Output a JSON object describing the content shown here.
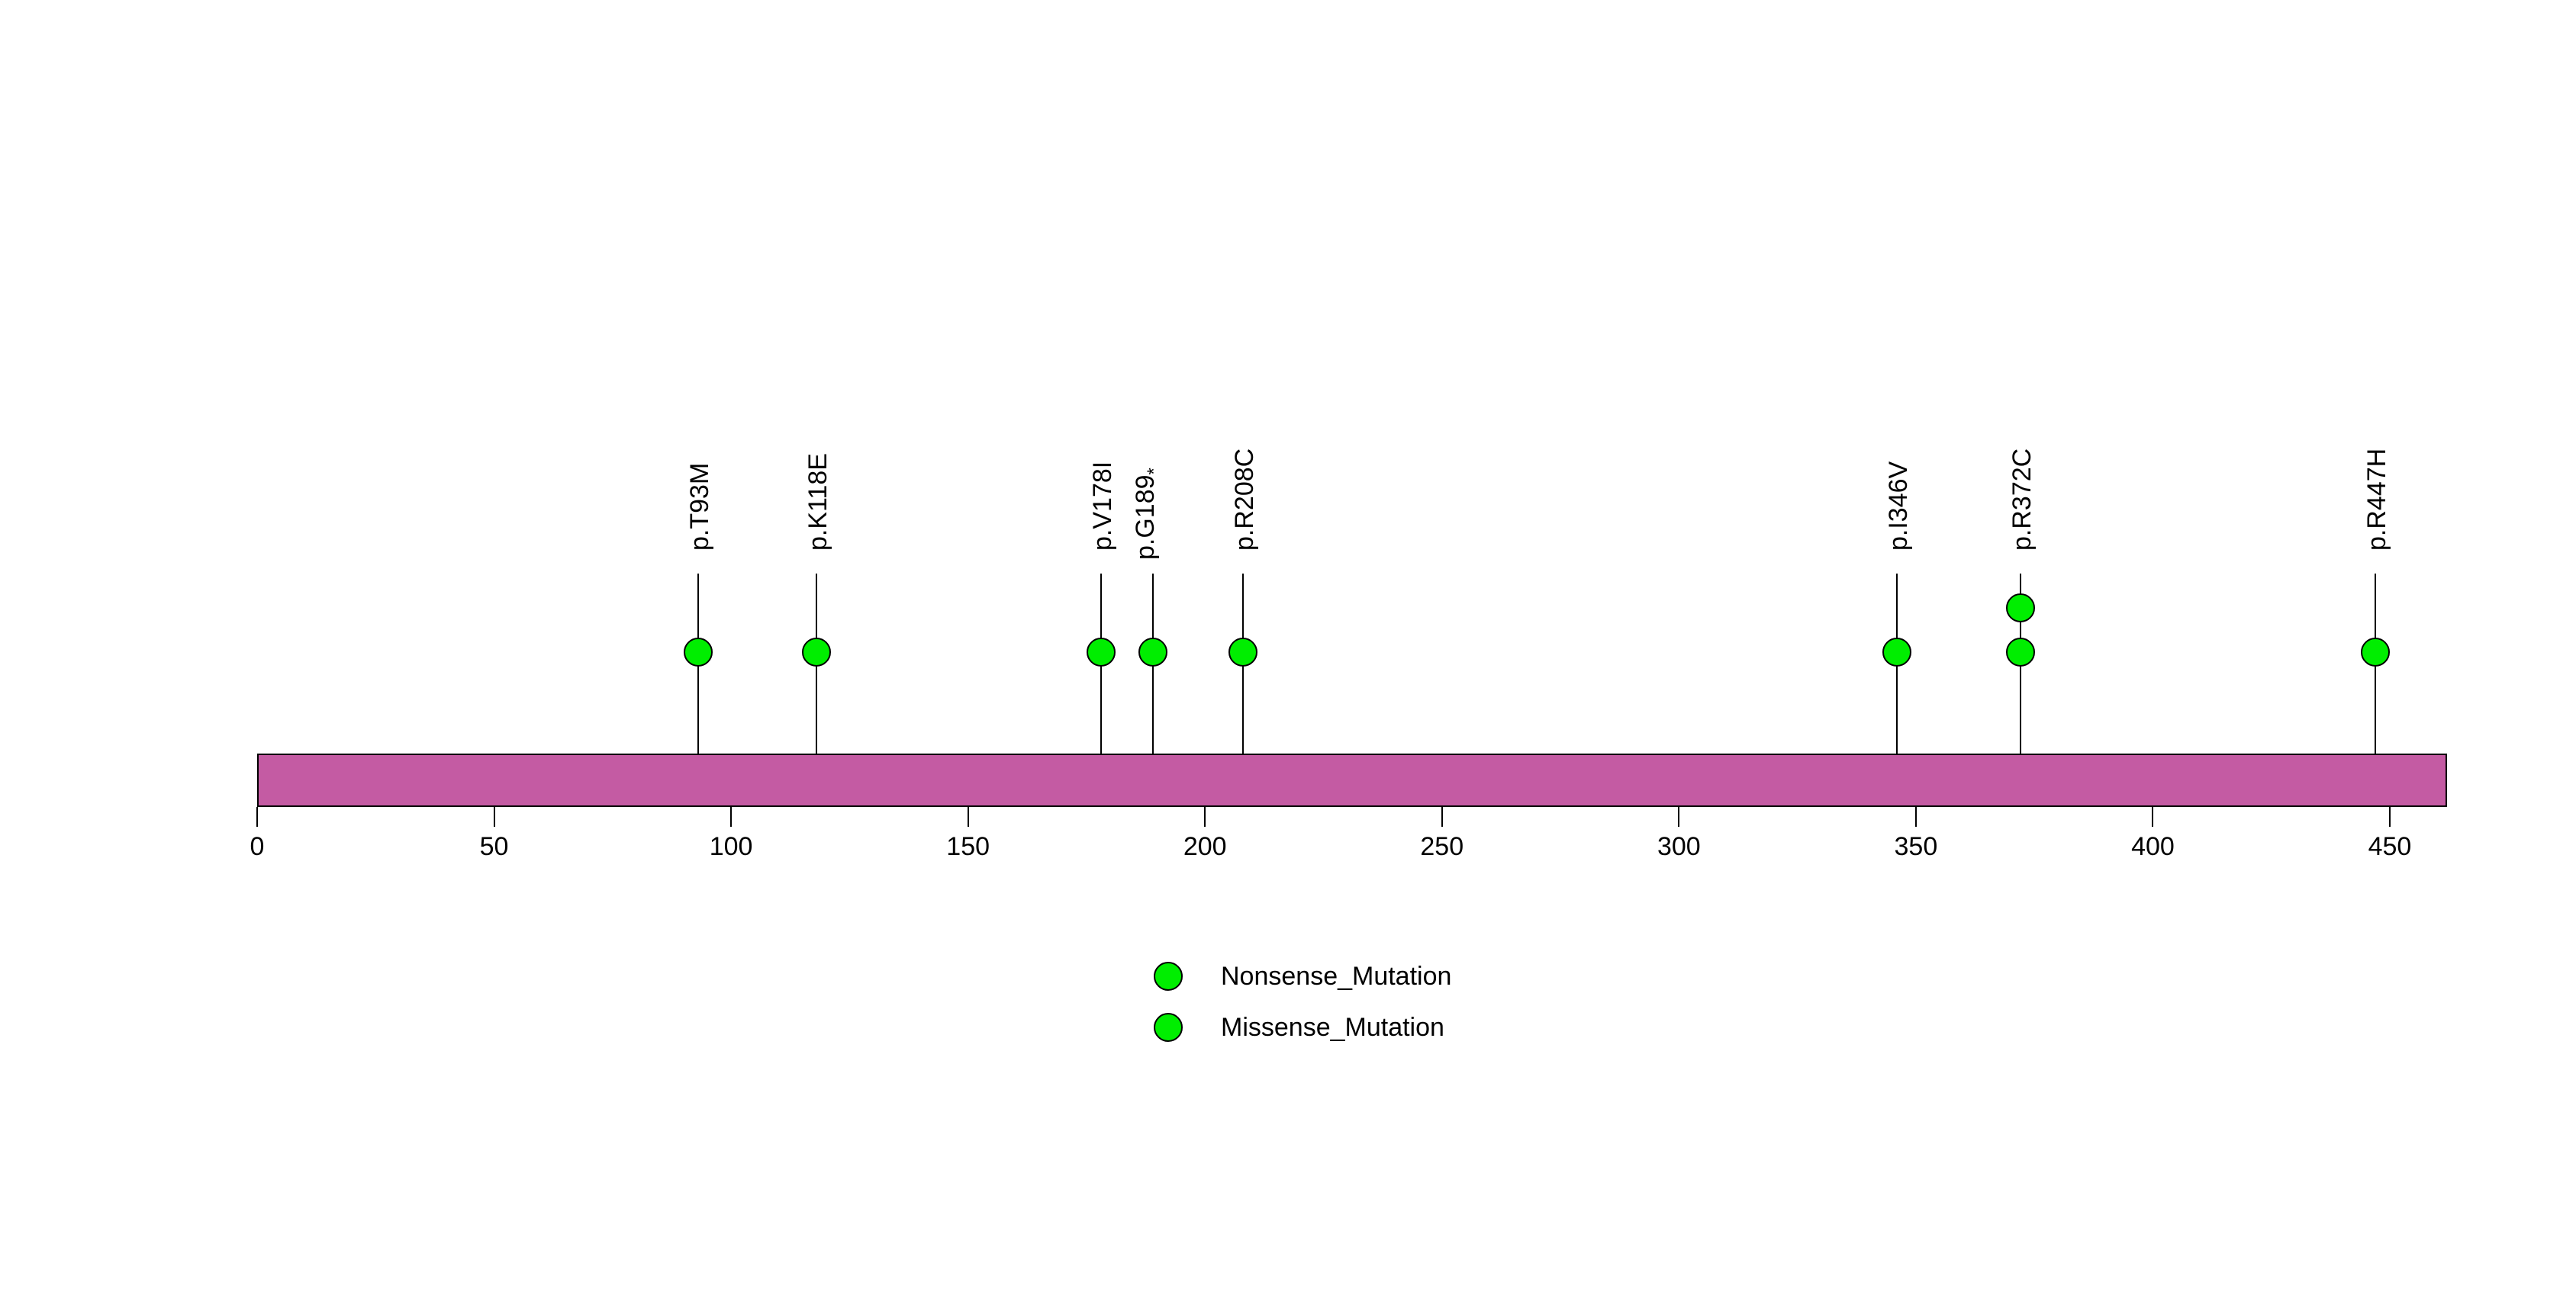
{
  "chart_data": {
    "type": "lollipop",
    "title": "",
    "x_axis": {
      "ticks": [
        0,
        50,
        100,
        150,
        200,
        250,
        300,
        350,
        400,
        450
      ],
      "min": 0,
      "max": 462,
      "grid": false
    },
    "protein_bar": {
      "start": 0,
      "end": 462,
      "color": "#C45BA3"
    },
    "mutation_point_color": "#00EE00",
    "stem_color": "#000000",
    "mutations": [
      {
        "label": "p.T93M",
        "label_subscript": "",
        "position": 93,
        "count": 1
      },
      {
        "label": "p.K118E",
        "label_subscript": "",
        "position": 118,
        "count": 1
      },
      {
        "label": "p.V178I",
        "label_subscript": "",
        "position": 178,
        "count": 1
      },
      {
        "label": "p.G189",
        "label_subscript": "*",
        "position": 189,
        "count": 1
      },
      {
        "label": "p.R208C",
        "label_subscript": "",
        "position": 208,
        "count": 1
      },
      {
        "label": "p.I346V",
        "label_subscript": "",
        "position": 346,
        "count": 1
      },
      {
        "label": "p.R372C",
        "label_subscript": "",
        "position": 372,
        "count": 2
      },
      {
        "label": "p.R447H",
        "label_subscript": "",
        "position": 447,
        "count": 1
      }
    ],
    "legend": [
      {
        "label": "Nonsense_Mutation",
        "color": "#00EE00"
      },
      {
        "label": "Missense_Mutation",
        "color": "#00EE00"
      }
    ],
    "legend_position": "bottom-center"
  }
}
